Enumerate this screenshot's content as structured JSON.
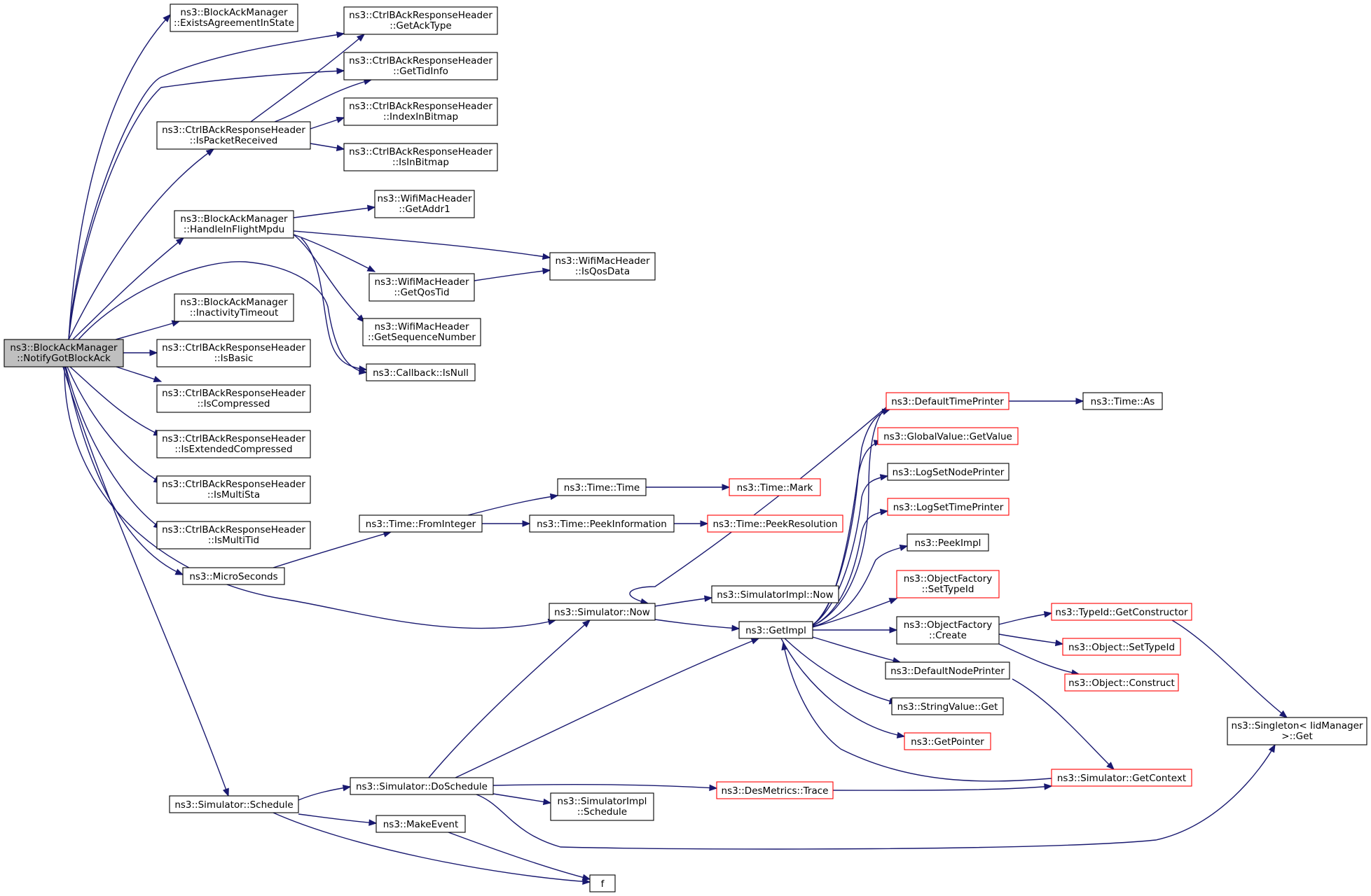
{
  "nodes": {
    "notify": [
      "ns3::BlockAckManager",
      "::NotifyGotBlockAck"
    ],
    "exists": [
      "ns3::BlockAckManager",
      "::ExistsAgreementInState"
    ],
    "getacktype": [
      "ns3::CtrlBAckResponseHeader",
      "::GetAckType"
    ],
    "gettidinfo": [
      "ns3::CtrlBAckResponseHeader",
      "::GetTidInfo"
    ],
    "indexinbitmap": [
      "ns3::CtrlBAckResponseHeader",
      "::IndexInBitmap"
    ],
    "isinbitmap": [
      "ns3::CtrlBAckResponseHeader",
      "::IsInBitmap"
    ],
    "ispacketreceived": [
      "ns3::CtrlBAckResponseHeader",
      "::IsPacketReceived"
    ],
    "handleinflight": [
      "ns3::BlockAckManager",
      "::HandleInFlightMpdu"
    ],
    "getaddr1": [
      "ns3::WifiMacHeader",
      "::GetAddr1"
    ],
    "isqosdata": [
      "ns3::WifiMacHeader",
      "::IsQosData"
    ],
    "getqostid": [
      "ns3::WifiMacHeader",
      "::GetQosTid"
    ],
    "getseqnum": [
      "ns3::WifiMacHeader",
      "::GetSequenceNumber"
    ],
    "inactivity": [
      "ns3::BlockAckManager",
      "::InactivityTimeout"
    ],
    "callbackisnull": [
      "ns3::Callback::IsNull"
    ],
    "isbasic": [
      "ns3::CtrlBAckResponseHeader",
      "::IsBasic"
    ],
    "iscompressed": [
      "ns3::CtrlBAckResponseHeader",
      "::IsCompressed"
    ],
    "isextcompressed": [
      "ns3::CtrlBAckResponseHeader",
      "::IsExtendedCompressed"
    ],
    "ismultista": [
      "ns3::CtrlBAckResponseHeader",
      "::IsMultiSta"
    ],
    "ismultitid": [
      "ns3::CtrlBAckResponseHeader",
      "::IsMultiTid"
    ],
    "microseconds": [
      "ns3::MicroSeconds"
    ],
    "fromint": [
      "ns3::Time::FromInteger"
    ],
    "timetime": [
      "ns3::Time::Time"
    ],
    "timemark": [
      "ns3::Time::Mark"
    ],
    "peekinfo": [
      "ns3::Time::PeekInformation"
    ],
    "peekres": [
      "ns3::Time::PeekResolution"
    ],
    "defaulttimeprinter": [
      "ns3::DefaultTimePrinter"
    ],
    "timeas": [
      "ns3::Time::As"
    ],
    "globalvalue": [
      "ns3::GlobalValue::GetValue"
    ],
    "logsetnode": [
      "ns3::LogSetNodePrinter"
    ],
    "logsettime": [
      "ns3::LogSetTimePrinter"
    ],
    "peekimpl": [
      "ns3::PeekImpl"
    ],
    "ofsettypeid": [
      "ns3::ObjectFactory",
      "::SetTypeId"
    ],
    "simnow": [
      "ns3::Simulator::Now"
    ],
    "simimplnow": [
      "ns3::SimulatorImpl::Now"
    ],
    "getimpl": [
      "ns3::GetImpl"
    ],
    "ofcreate": [
      "ns3::ObjectFactory",
      "::Create"
    ],
    "getconstructor": [
      "ns3::TypeId::GetConstructor"
    ],
    "objsettypeid": [
      "ns3::Object::SetTypeId"
    ],
    "objconstruct": [
      "ns3::Object::Construct"
    ],
    "defaultnodeprinter": [
      "ns3::DefaultNodePrinter"
    ],
    "stringvalueget": [
      "ns3::StringValue::Get"
    ],
    "getpointer": [
      "ns3::GetPointer"
    ],
    "singleton": [
      "ns3::Singleton< IidManager",
      " >::Get"
    ],
    "simgetcontext": [
      "ns3::Simulator::GetContext"
    ],
    "desmetrics": [
      "ns3::DesMetrics::Trace"
    ],
    "simschedule": [
      "ns3::Simulator::Schedule"
    ],
    "doschedule": [
      "ns3::Simulator::DoSchedule"
    ],
    "simimplschedule": [
      "ns3::SimulatorImpl",
      "::Schedule"
    ],
    "makeevent": [
      "ns3::MakeEvent"
    ],
    "f": [
      "f"
    ]
  }
}
